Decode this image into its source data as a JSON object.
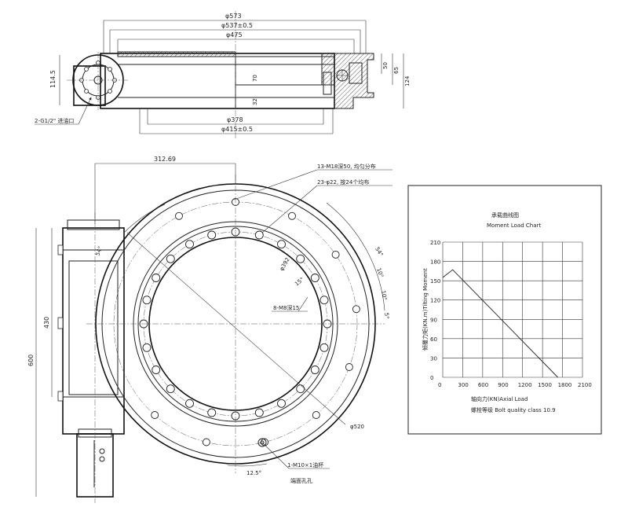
{
  "top_view": {
    "dim_573": "φ573",
    "dim_537": "φ537±0.5",
    "dim_475": "φ475",
    "dim_378": "φ378",
    "dim_415": "φ415±0.5",
    "dim_114_5": "114.5",
    "dim_70": "70",
    "dim_32": "32",
    "dim_50": "50",
    "dim_65": "65",
    "dim_124": "124",
    "note_oil": "2-G1/2\" 进油口"
  },
  "front_view": {
    "dim_312_69": "312.69",
    "dim_430": "430",
    "dim_600": "600",
    "dim_392": "φ392",
    "dim_520": "φ520",
    "angle_54a": "54°",
    "angle_54b": "54°",
    "angle_10": "10°",
    "angle_10b": "10°",
    "angle_5": "5°",
    "angle_15": "15°",
    "angle_12_5": "12.5°",
    "note_m18": "13-M18深50, 均匀分布",
    "note_22": "23-φ22, 按24个均布",
    "note_m8": "8-M8深15",
    "note_m10": "1-M10×1油杯",
    "note_m10b": "端面孔孔"
  },
  "chart_data": {
    "type": "line",
    "title": "承载曲线图",
    "subtitle": "Moment Load Chart",
    "xlabel": "轴向力(KN)Axial Load",
    "ylabel": "倾覆力矩(KN.m)Tilting Moment",
    "x_ticks": [
      0,
      300,
      600,
      900,
      1200,
      1500,
      1800,
      2100
    ],
    "y_ticks": [
      0,
      30,
      60,
      90,
      120,
      150,
      180,
      210
    ],
    "xlim": [
      0,
      2100
    ],
    "ylim": [
      0,
      210
    ],
    "grid": true,
    "series": [
      {
        "x": [
          0,
          150,
          1730
        ],
        "y": [
          155,
          167,
          0
        ]
      }
    ],
    "note": "螺栓等级 Bolt quality class 10.9"
  }
}
